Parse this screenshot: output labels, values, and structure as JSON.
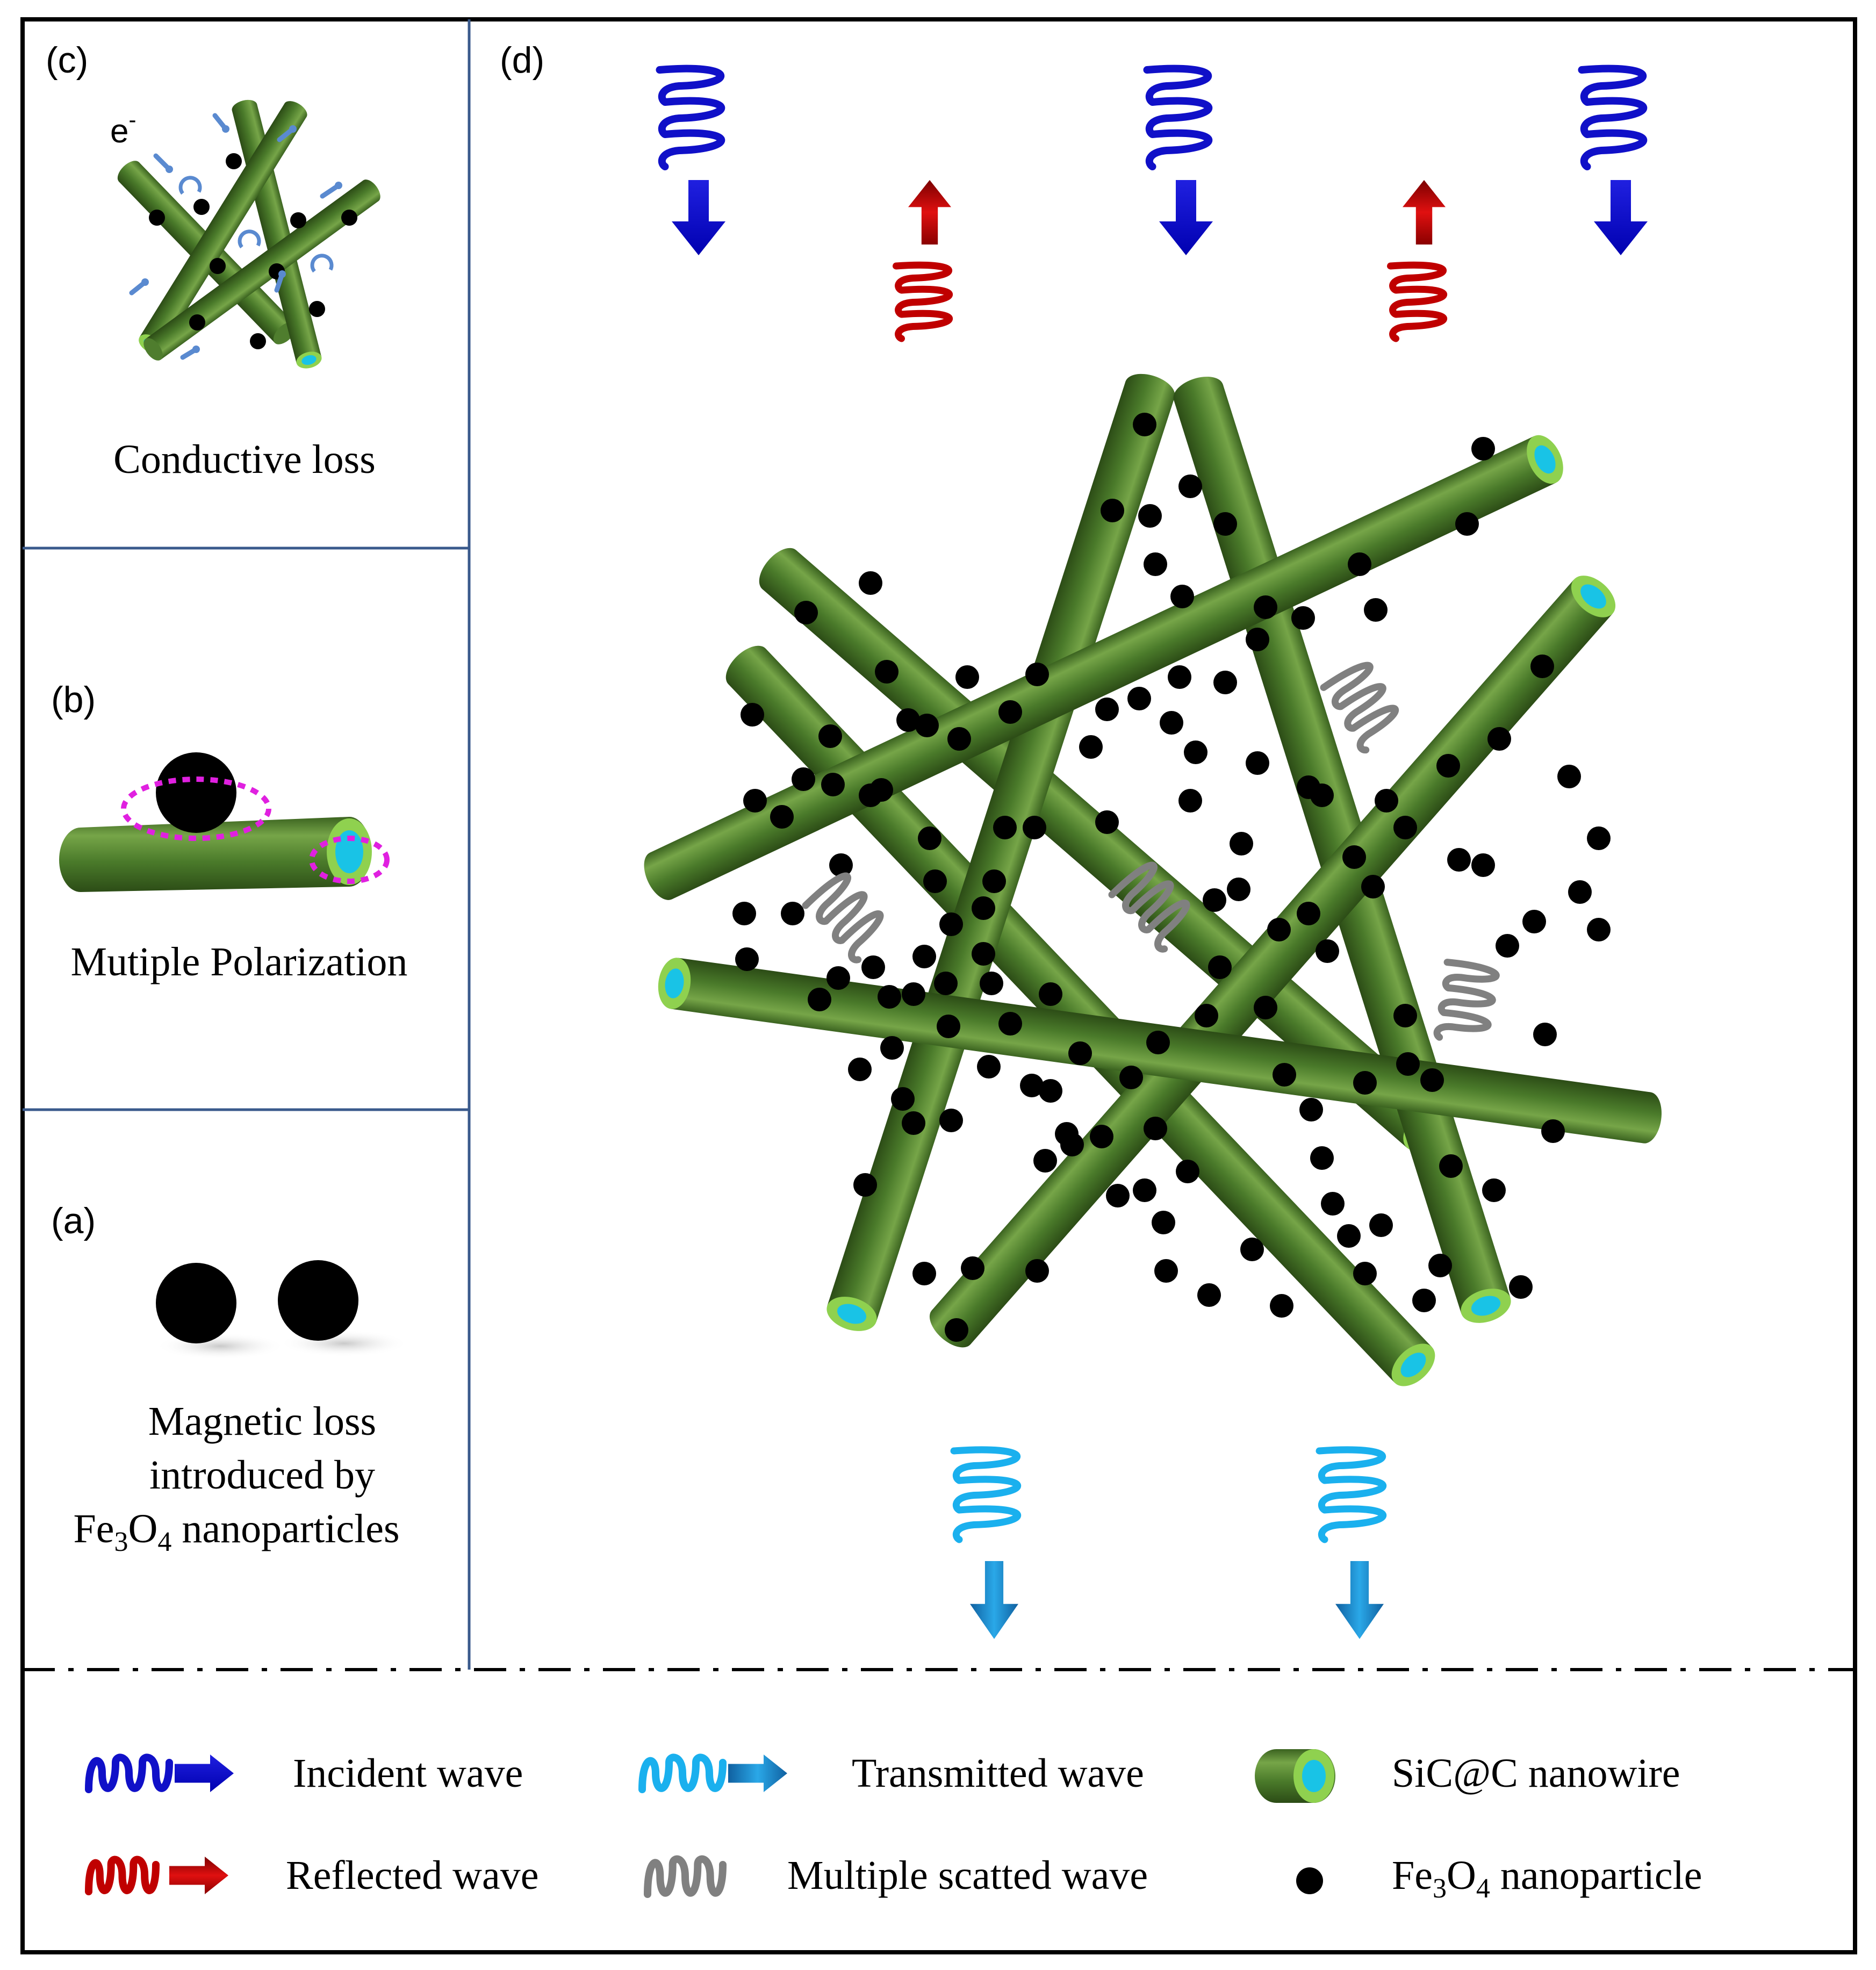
{
  "panels": {
    "c": {
      "label": "(c)",
      "caption": "Conductive  loss",
      "electron": "e",
      "electron_sup": "-"
    },
    "b": {
      "label": "(b)",
      "caption": "Mutiple Polarization"
    },
    "a": {
      "label": "(a)",
      "caption_line1": "Magnetic  loss",
      "caption_line2": "introduced  by",
      "caption_line3_pre": "Fe",
      "caption_line3_sub1": "3",
      "caption_line3_mid": "O",
      "caption_line3_sub2": "4",
      "caption_line3_post": " nanoparticles"
    },
    "d": {
      "label": "(d)"
    }
  },
  "legend": {
    "incident": "Incident  wave",
    "transmitted": "Transmitted  wave",
    "nanowire": "SiC@C  nanowire",
    "reflected": "Reflected  wave",
    "scattered": "Multiple  scatted  wave",
    "particle_pre": "Fe",
    "particle_sub1": "3",
    "particle_mid": "O",
    "particle_sub2": "4",
    "particle_post": " nanoparticle"
  },
  "colors": {
    "incident": "#1010c8",
    "reflected": "#c00000",
    "transmitted": "#1ab0ee",
    "scattered": "#808080",
    "wire": "#4d7a2c",
    "wire_end": "#8fd14f",
    "wire_core": "#19c3e6",
    "particle": "#000000",
    "polarization": "#e020e0"
  }
}
